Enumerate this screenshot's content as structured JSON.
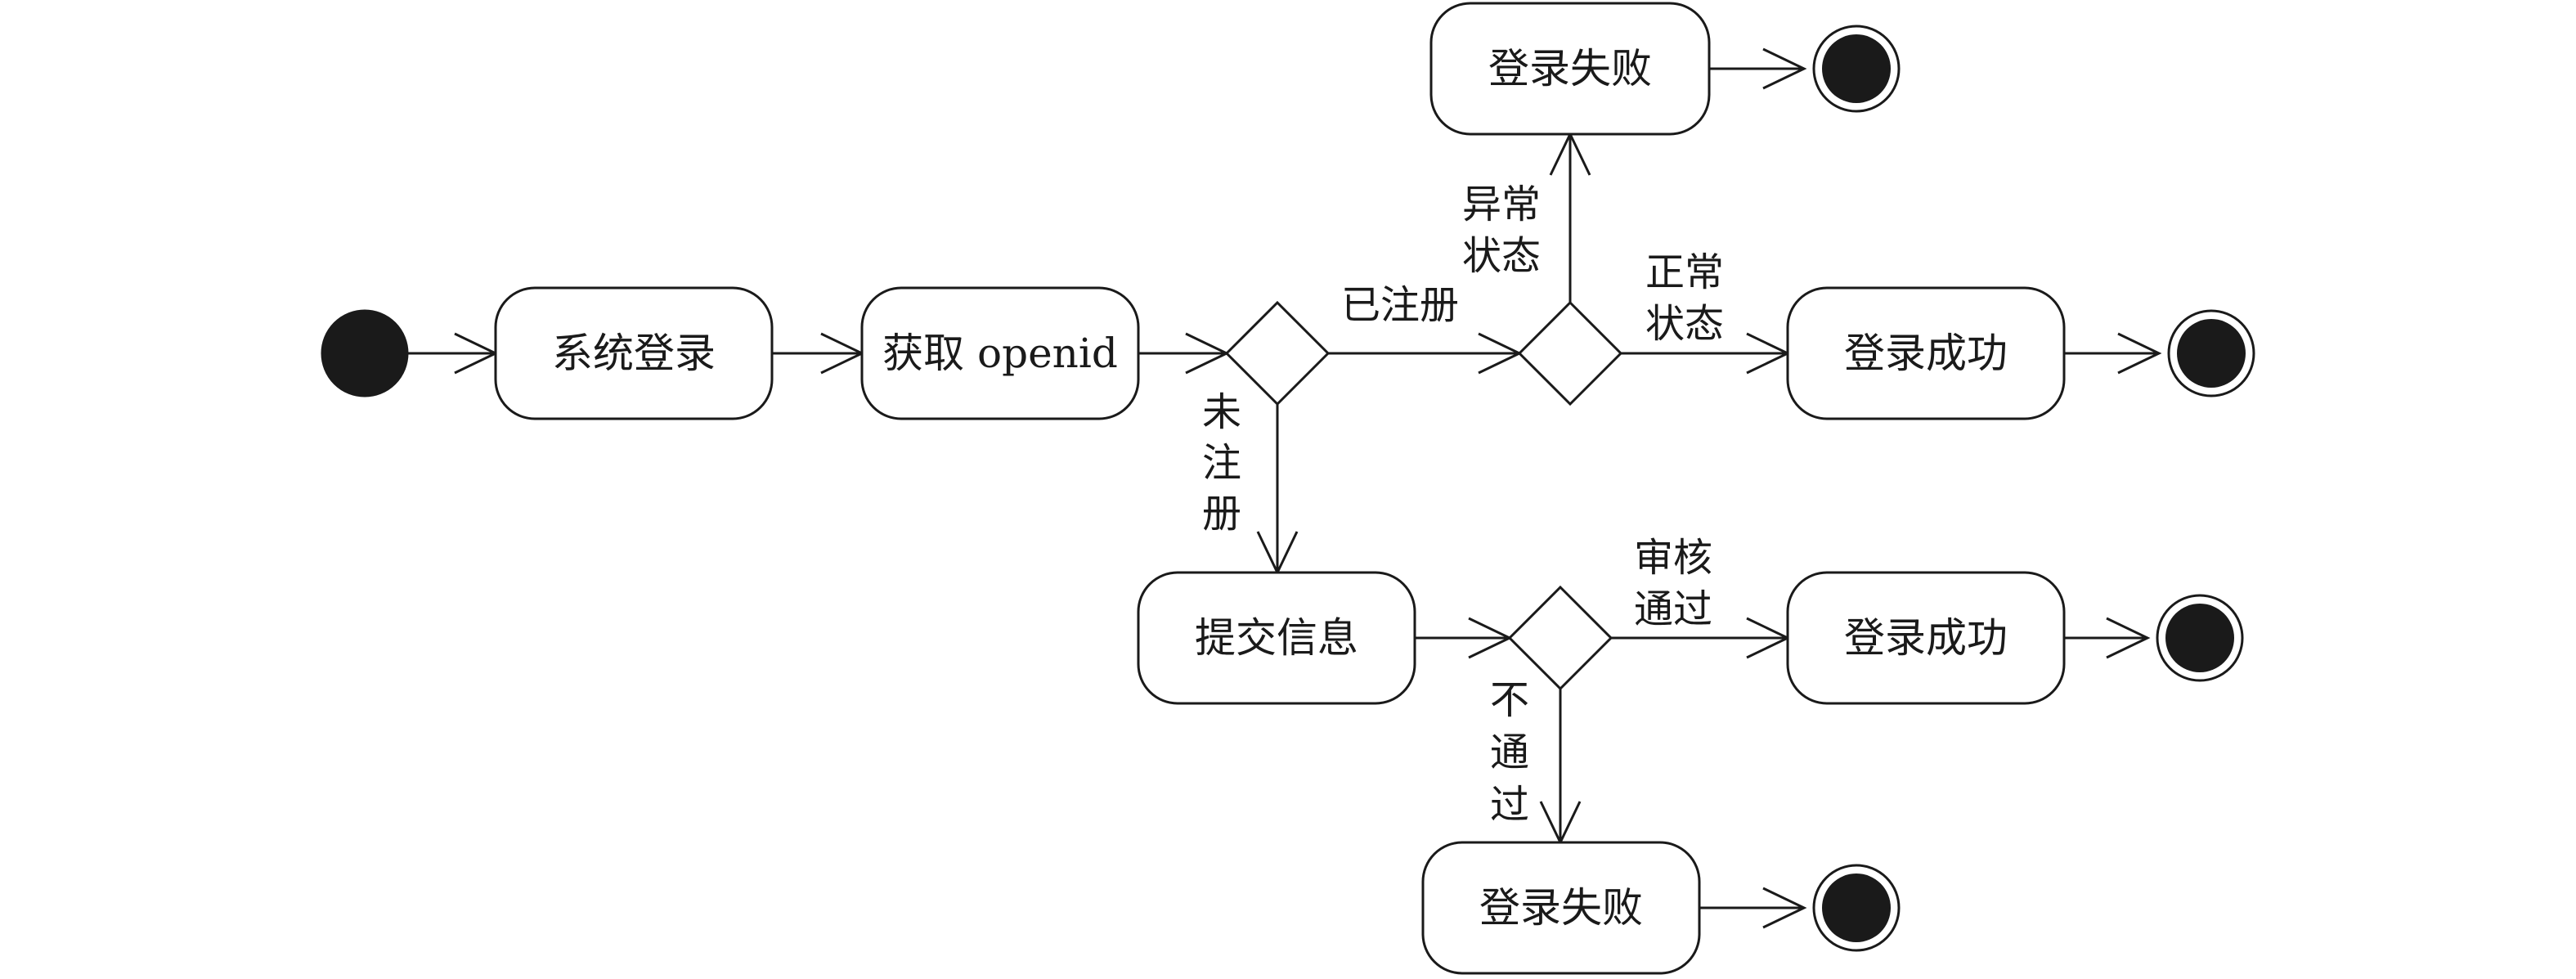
{
  "nodes": {
    "system_login": "系统登录",
    "get_openid": "获取 openid",
    "submit_info": "提交信息",
    "login_fail_top": "登录失败",
    "login_success_mid": "登录成功",
    "login_success_low": "登录成功",
    "login_fail_bottom": "登录失败"
  },
  "edges": {
    "registered": "已注册",
    "unregistered": [
      "未",
      "注",
      "册"
    ],
    "abnormal_state": [
      "异常",
      "状态"
    ],
    "normal_state": [
      "正常",
      "状态"
    ],
    "review_pass": [
      "审核",
      "通过"
    ],
    "not_pass": [
      "不",
      "通",
      "过"
    ]
  },
  "colors": {
    "stroke": "#1a1a1a",
    "fill": "#ffffff"
  }
}
